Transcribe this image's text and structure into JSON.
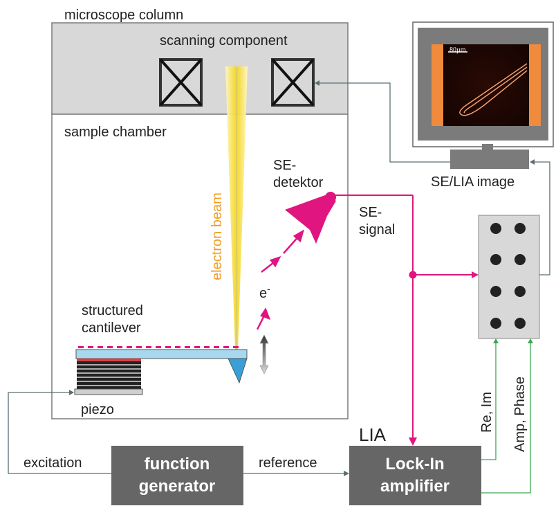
{
  "labels": {
    "microscope_column": "microscope column",
    "scanning_component": "scanning component",
    "sample_chamber": "sample chamber",
    "electron_beam": "electron beam",
    "se_detektor_1": "SE-",
    "se_detektor_2": "detektor",
    "se_signal_1": "SE-",
    "se_signal_2": "signal",
    "electron": "e",
    "electron_sup": "-",
    "structured_1": "structured",
    "structured_2": "cantilever",
    "piezo": "piezo",
    "se_lia_image": "SE/LIA image",
    "scale_bar": "80µm",
    "lia": "LIA",
    "excitation": "excitation",
    "reference": "reference",
    "re_im": "Re, Im",
    "amp_phase": "Amp, Phase"
  },
  "boxes": {
    "function_generator_1": "function",
    "function_generator_2": "generator",
    "lockin_1": "Lock-In",
    "lockin_2": "amplifier"
  },
  "colors": {
    "signal": "#e0157f",
    "beam": "#f39c1f",
    "green_line": "#3aa84d",
    "gray_line": "#5a6e72",
    "box_dark": "#666666",
    "column_gray": "#d8d8d8",
    "cantilever": "#a8d8f0",
    "screen_orange": "#f08a3c"
  }
}
